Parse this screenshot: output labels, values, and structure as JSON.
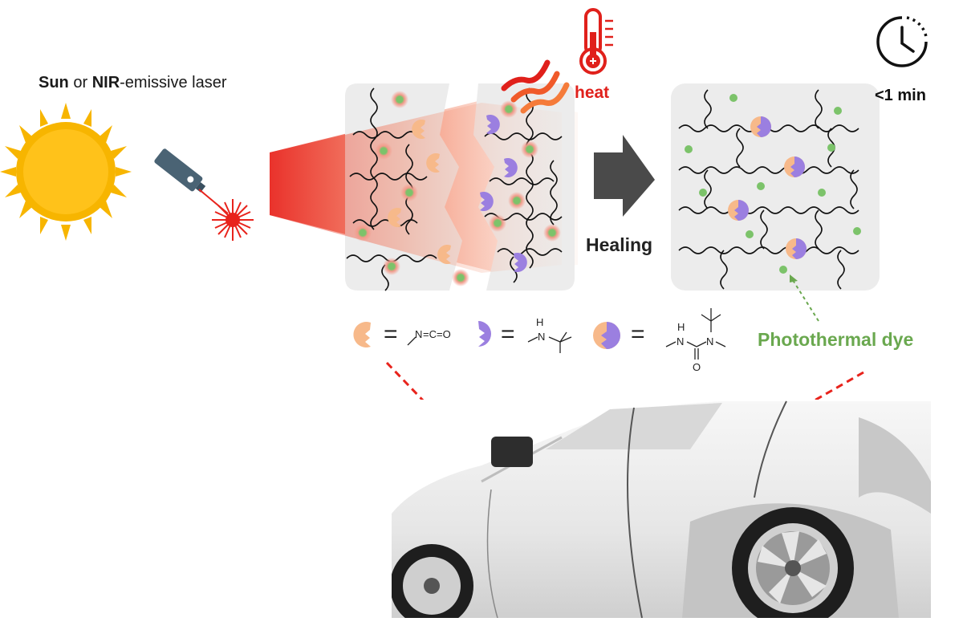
{
  "source": {
    "bold1": "Sun",
    "mid": " or ",
    "bold2": "NIR",
    "rest": "-emissive laser"
  },
  "heat_label": "heat",
  "time_label": "<1 min",
  "process_label": "Healing",
  "dye_label": "Photothermal dye",
  "legend": {
    "equals": "=",
    "isocyanate": {
      "n": "N",
      "rest": "=C=O"
    },
    "amine": {
      "h": "H",
      "n": "N"
    },
    "urea": {
      "h": "H",
      "n1": "N",
      "n2": "N",
      "o": "O"
    }
  },
  "colors": {
    "sun": "#f7b500",
    "laser": "#e8231c",
    "heat": "#e0201b",
    "dye": "#7cc36a",
    "isocyanate_group": "#f7b98a",
    "amine_group": "#9b7fe0",
    "panel": "#ececec",
    "arrow": "#4a4a4a"
  },
  "icons": [
    "sun-icon",
    "laser-pointer-icon",
    "thermometer-icon",
    "heat-waves-icon",
    "clock-icon",
    "car-illustration"
  ]
}
